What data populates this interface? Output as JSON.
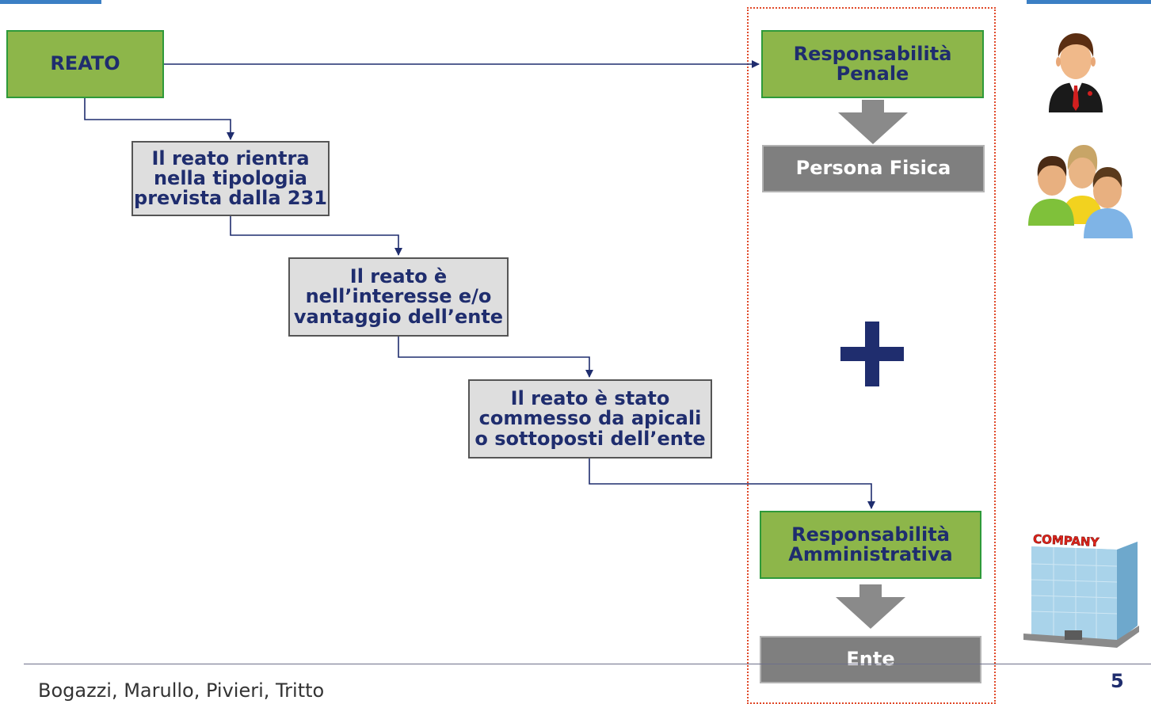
{
  "flow": {
    "reato": "REATO",
    "step1": [
      "Il reato rientra",
      "nella tipologia",
      "prevista dalla 231"
    ],
    "step2": [
      "Il reato è",
      "nell’interesse e/o",
      "vantaggio dell’ente"
    ],
    "step3": [
      "Il reato è stato",
      "commesso da apicali",
      "o sottoposti dell’ente"
    ]
  },
  "right": {
    "resp_penale": [
      "Responsabilità",
      "Penale"
    ],
    "persona_fisica": "Persona Fisica",
    "plus": "+",
    "resp_amministrativa": [
      "Responsabilità",
      "Amministrativa"
    ],
    "ente": "Ente",
    "company_sign": "COMPANY"
  },
  "icons": [
    "businessman-icon",
    "group-icon",
    "company-building-icon"
  ],
  "colors": {
    "green_box": "#8db64a",
    "dark_box": "#7f7f7f",
    "light_box": "#dedede",
    "text_blue": "#1f2d6e",
    "arrow_grey": "#8a8a8a",
    "dotted_frame": "#e04a2a"
  },
  "footer": {
    "authors": "Bogazzi, Marullo, Pivieri, Tritto",
    "page": "5"
  }
}
